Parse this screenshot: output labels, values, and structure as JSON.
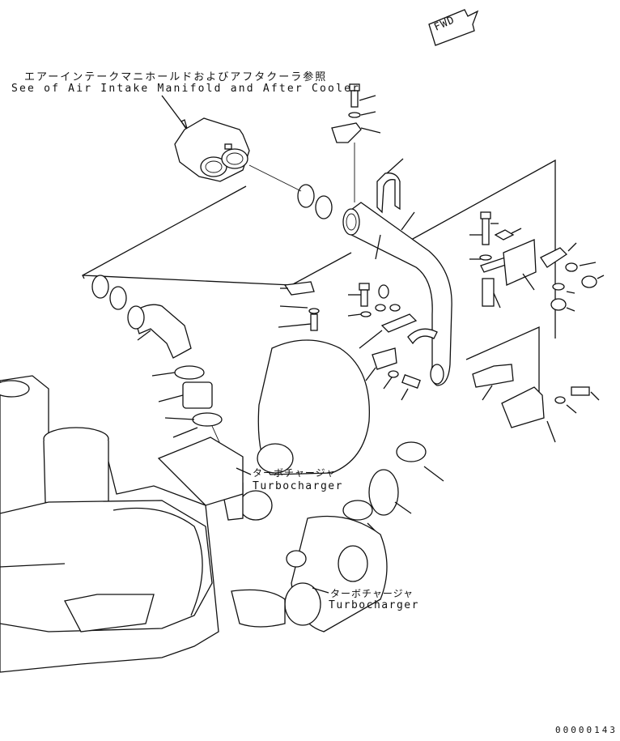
{
  "direction_indicator": "FWD",
  "reference_note": {
    "japanese": "エアーインテークマニホールドおよびアフタクーラ参照",
    "english": "See of Air Intake Manifold and After Cooler"
  },
  "callouts": [
    {
      "japanese": "ターボチャージャ",
      "english": "Turbocharger"
    },
    {
      "japanese": "ターボチャージャ",
      "english": "Turbocharger"
    }
  ],
  "drawing_code": "00000143"
}
